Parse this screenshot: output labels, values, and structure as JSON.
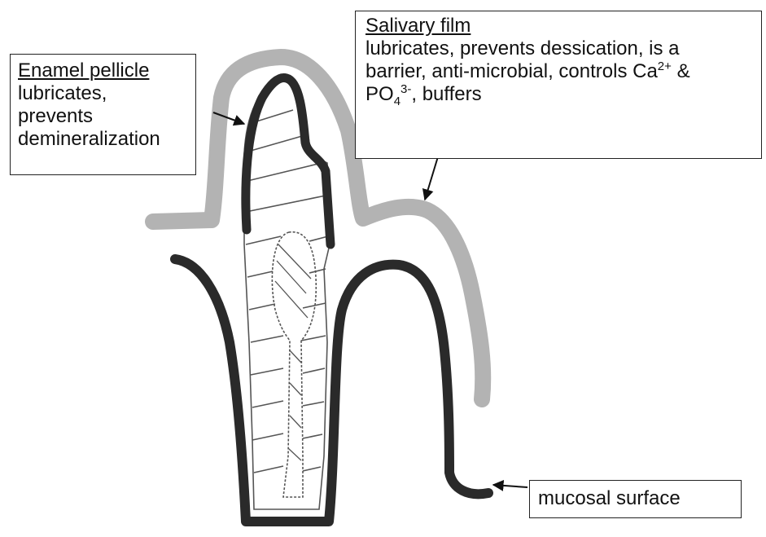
{
  "labels": {
    "enamel_pellicle": {
      "title": "Enamel pellicle",
      "lines": [
        "lubricates,",
        "prevents",
        "demineralization"
      ]
    },
    "salivary_film": {
      "title": "Salivary film",
      "line1": "lubricates, prevents dessication, is a",
      "line2_text": "barrier, anti-microbial, controls Ca",
      "line2_sup": "2+",
      "line2_end": " &",
      "line3_text": "PO",
      "line3_sub": "4",
      "line3_sup": "3-",
      "line3_end": ", buffers"
    },
    "mucosal_surface": {
      "text": "mucosal surface"
    }
  },
  "colors": {
    "salivary_film": "#b3b3b3",
    "pellicle_and_mucosa": "#2a2a2a",
    "tooth_outline": "#555555",
    "arrows": "#111111"
  }
}
